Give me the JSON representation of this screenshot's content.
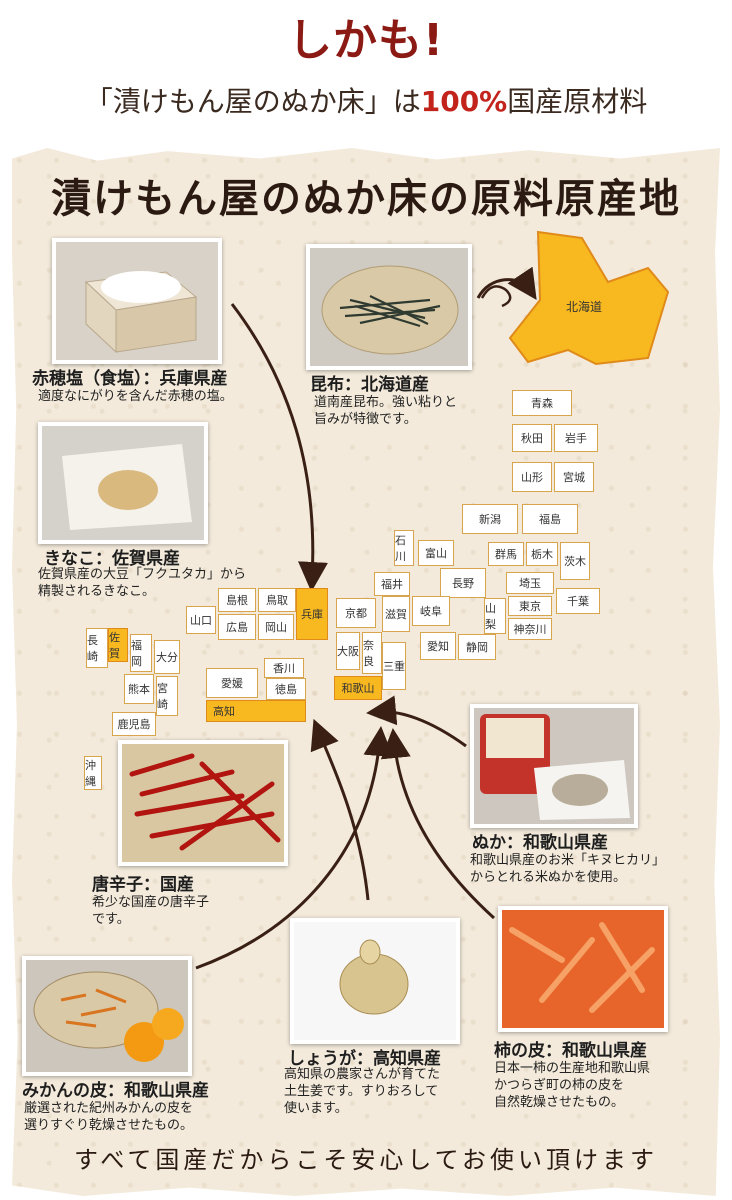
{
  "header": {
    "headline": "しかも!",
    "sub_pre": "「漬けもん屋のぬか床」は",
    "sub_highlight": "100%",
    "sub_post": "国産原材料"
  },
  "map_title": "漬けもん屋のぬか床の原料原産地",
  "colors": {
    "highlight": "#f7b820",
    "border": "#e08a1a",
    "title_red": "#8b1a14",
    "accent_red": "#c2231a"
  },
  "ingredients": [
    {
      "id": "salt",
      "title": "赤穂塩（食塩）：兵庫県産",
      "desc": "適度なにがりを含んだ赤穂の塩。"
    },
    {
      "id": "kombu",
      "title": "昆布：北海道産",
      "desc": "道南産昆布。強い粘りと\n旨みが特徴です。"
    },
    {
      "id": "kinako",
      "title": "きなこ：佐賀県産",
      "desc": "佐賀県産の大豆「フクユタカ」から\n精製されるきなこ。"
    },
    {
      "id": "nuka",
      "title": "ぬか：和歌山県産",
      "desc": "和歌山県産のお米「キヌヒカリ」\nからとれる米ぬかを使用。"
    },
    {
      "id": "chili",
      "title": "唐辛子：国産",
      "desc": "希少な国産の唐辛子\nです。"
    },
    {
      "id": "ginger",
      "title": "しょうが：高知県産",
      "desc": "高知県の農家さんが育てた\n土生姜です。すりおろして\n使います。"
    },
    {
      "id": "orange",
      "title": "みかんの皮：和歌山県産",
      "desc": "厳選された紀州みかんの皮を\n選りすぐり乾燥させたもの。"
    },
    {
      "id": "persimmon",
      "title": "柿の皮：和歌山県産",
      "desc": "日本一柿の生産地和歌山県\nかつらぎ町の柿の皮を\n自然乾燥させたもの。"
    }
  ],
  "prefectures": {
    "hokkaido": "北海道",
    "aomori": "青森",
    "akita": "秋田",
    "iwate": "岩手",
    "yamagata": "山形",
    "miyagi": "宮城",
    "niigata": "新潟",
    "fukushima": "福島",
    "ishikawa": "石川",
    "toyama": "富山",
    "gunma": "群馬",
    "tochigi": "栃木",
    "ibaraki": "茨木",
    "fukui": "福井",
    "nagano": "長野",
    "saitama": "埼玉",
    "shimane": "島根",
    "tottori": "鳥取",
    "hyogo": "兵庫",
    "kyoto": "京都",
    "shiga": "滋賀",
    "gifu": "岐阜",
    "yamanashi": "山梨",
    "tokyo": "東京",
    "chiba": "千葉",
    "yamaguchi": "山口",
    "hiroshima": "広島",
    "okayama": "岡山",
    "osaka": "大阪",
    "nara": "奈良",
    "aichi": "愛知",
    "shizuoka": "静岡",
    "kanagawa": "神奈川",
    "nagasaki": "長崎",
    "saga": "佐賀",
    "fukuoka": "福岡",
    "oita": "大分",
    "kagawa": "香川",
    "mie": "三重",
    "ehime": "愛媛",
    "tokushima": "徳島",
    "wakayama": "和歌山",
    "kumamoto": "熊本",
    "miyazaki": "宮崎",
    "kochi": "高知",
    "kagoshima": "鹿児島",
    "okinawa": "沖縄"
  },
  "highlighted_prefectures": [
    "hokkaido",
    "hyogo",
    "saga",
    "wakayama",
    "kochi"
  ],
  "footer": "すべて国産だからこそ安心してお使い頂けます"
}
